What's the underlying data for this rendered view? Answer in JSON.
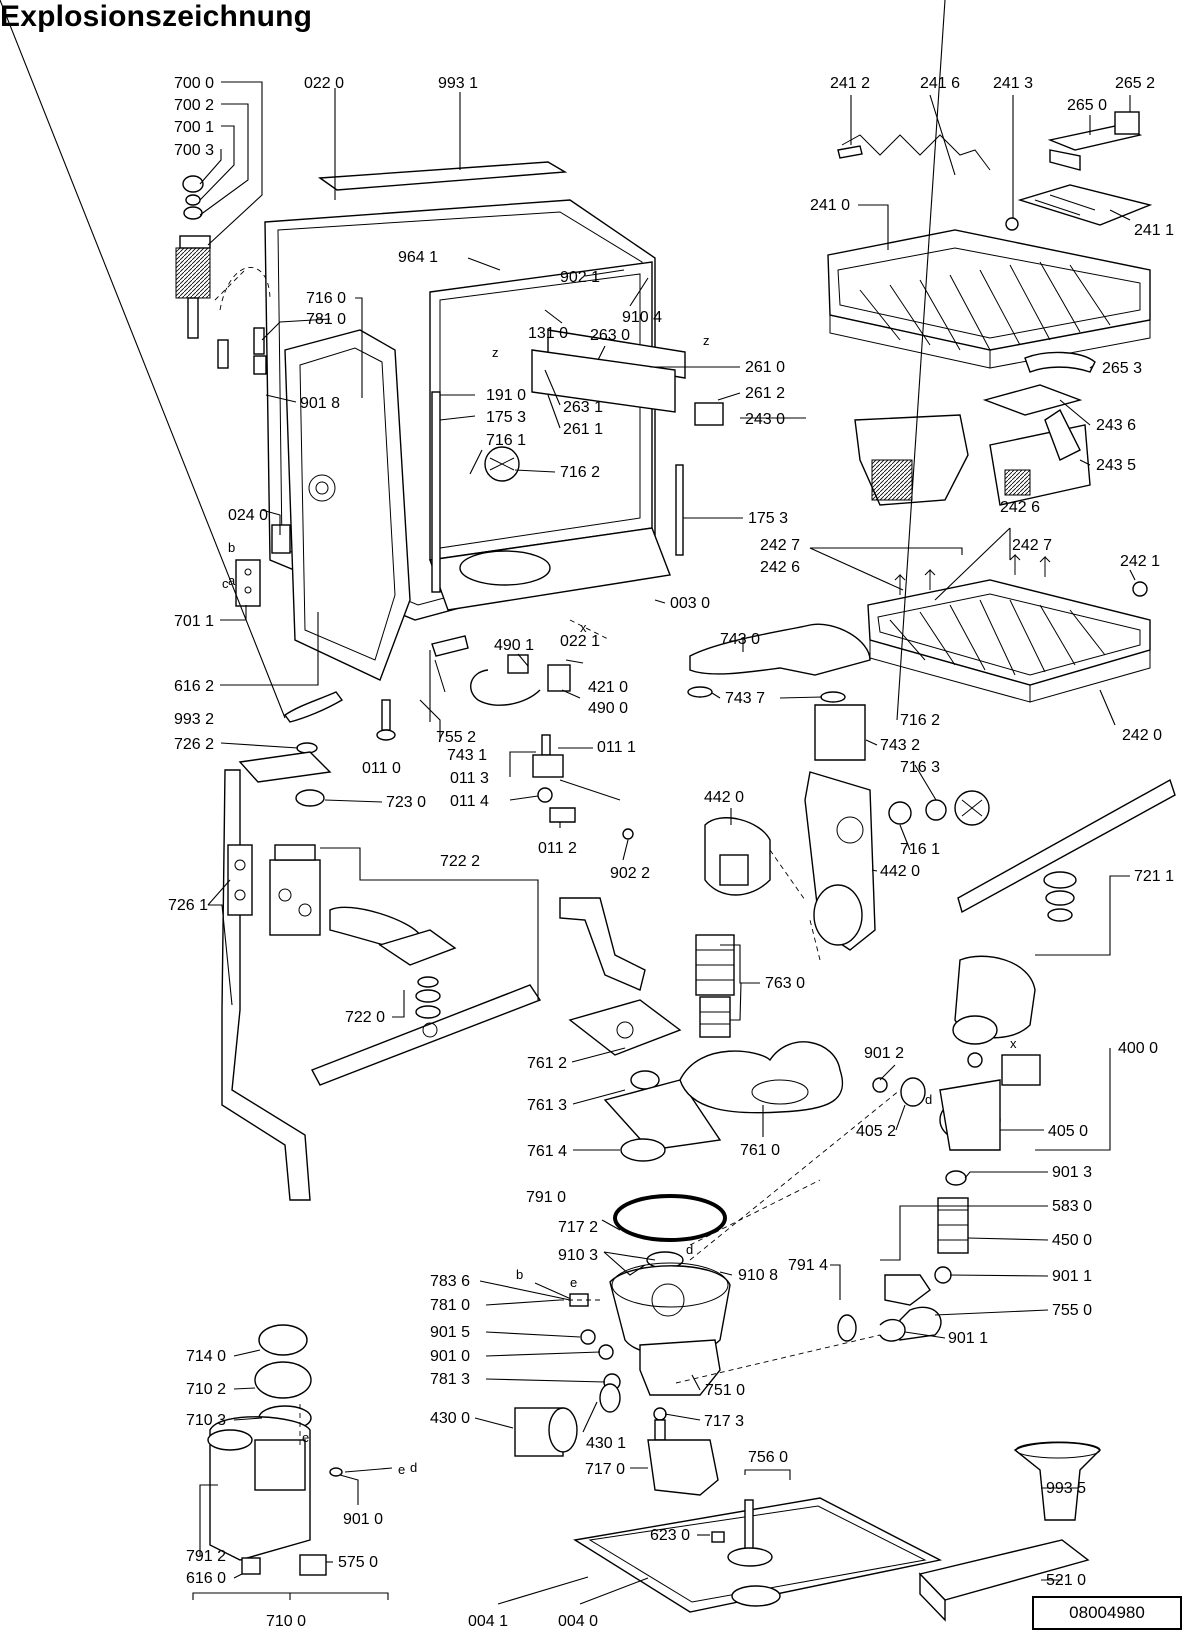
{
  "title": "Explosionszeichnung",
  "reference_number": "08004980",
  "part_labels": [
    "700 0",
    "700 2",
    "700 1",
    "700 3",
    "022 0",
    "993 1",
    "716 0",
    "781 0",
    "901 8",
    "964 1",
    "902 1",
    "910 4",
    "131 0",
    "263 0",
    "191 0",
    "175 3",
    "263 1",
    "261 1",
    "716 1",
    "716 2",
    "261 0",
    "261 2",
    "243 0",
    "175 3",
    "024 0",
    "003 0",
    "701 1",
    "616 2",
    "490 1",
    "022 1",
    "421 0",
    "490 0",
    "993 2",
    "755 2",
    "743 1",
    "011 1",
    "011 0",
    "011 3",
    "011 4",
    "011 2",
    "902 2",
    "726 2",
    "723 0",
    "722 2",
    "726 1",
    "722 0",
    "761 2",
    "761 3",
    "761 4",
    "761 0",
    "763 0",
    "442 0",
    "442 0",
    "743 0",
    "743 7",
    "743 2",
    "716 2",
    "716 3",
    "716 1",
    "721 1",
    "400 0",
    "901 2",
    "405 2",
    "405 0",
    "241 2",
    "241 6",
    "241 3",
    "265 2",
    "265 0",
    "241 0",
    "241 1",
    "265 3",
    "243 6",
    "243 5",
    "242 6",
    "242 7",
    "242 7",
    "242 6",
    "242 1",
    "242 0",
    "791 0",
    "717 2",
    "910 3",
    "910 8",
    "791 4",
    "783 6",
    "781 0",
    "901 5",
    "901 0",
    "781 3",
    "751 0",
    "430 0",
    "430 1",
    "717 3",
    "717 0",
    "756 0",
    "901 3",
    "583 0",
    "450 0",
    "901 1",
    "755 0",
    "901 1",
    "714 0",
    "710 2",
    "710 3",
    "901 0",
    "791 2",
    "616 0",
    "575 0",
    "710 0",
    "623 0",
    "993 5",
    "521 0",
    "004 1",
    "004 0"
  ],
  "callout_letters": [
    "b",
    "a",
    "c",
    "z",
    "z",
    "x",
    "d",
    "d",
    "e",
    "x",
    "e",
    "b",
    "e",
    "d"
  ]
}
